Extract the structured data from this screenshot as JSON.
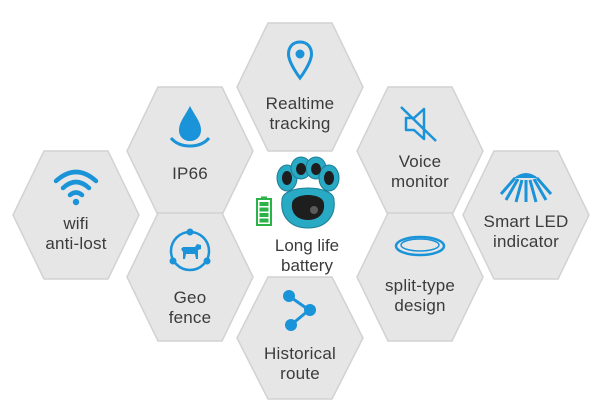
{
  "colors": {
    "accent": "#1a93d9",
    "hex_fill": "#e6e6e6",
    "device_teal": "#28a9c4",
    "text": "#3b3b3b"
  },
  "features": [
    {
      "id": "realtime",
      "icon": "map-pin-icon",
      "line1": "Realtime",
      "line2": "tracking"
    },
    {
      "id": "ip66",
      "icon": "water-drop-icon",
      "line1": "IP66",
      "line2": ""
    },
    {
      "id": "voice",
      "icon": "speaker-muted-icon",
      "line1": "Voice",
      "line2": "monitor"
    },
    {
      "id": "wifi",
      "icon": "wifi-icon",
      "line1": "wifi",
      "line2": "anti-lost"
    },
    {
      "id": "led",
      "icon": "led-light-icon",
      "line1": "Smart LED",
      "line2": "indicator"
    },
    {
      "id": "geo",
      "icon": "geofence-dog-icon",
      "line1": "Geo",
      "line2": "fence"
    },
    {
      "id": "split",
      "icon": "ring-icon",
      "line1": "split-type",
      "line2": "design"
    },
    {
      "id": "route",
      "icon": "route-share-icon",
      "line1": "Historical",
      "line2": "route"
    }
  ],
  "center": {
    "icon": "battery-icon",
    "product": "paw-tracker-device",
    "line1": "Long life",
    "line2": "battery"
  }
}
